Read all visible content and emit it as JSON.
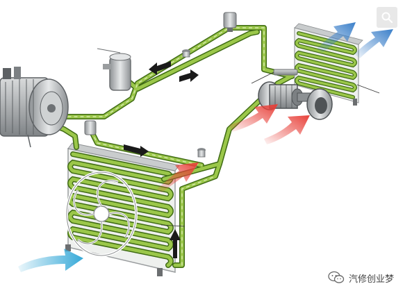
{
  "watermark": {
    "text": "汽修创业梦",
    "icon": "wechat-icon"
  },
  "zoom_button": {
    "icon": "zoom-icon"
  },
  "colors": {
    "refrigerant_line": "#8ab53a",
    "refrigerant_line_dark": "#3f6b14",
    "hot_air": "#e8413a",
    "cool_air": "#3a7fc9",
    "cold_air_in": "#36a9d8",
    "component_grey": "#b9bcbf"
  },
  "components": [
    "compressor",
    "receiver-drier",
    "condenser",
    "condenser-fan",
    "evaporator",
    "blower-motor",
    "expansion-valve"
  ]
}
